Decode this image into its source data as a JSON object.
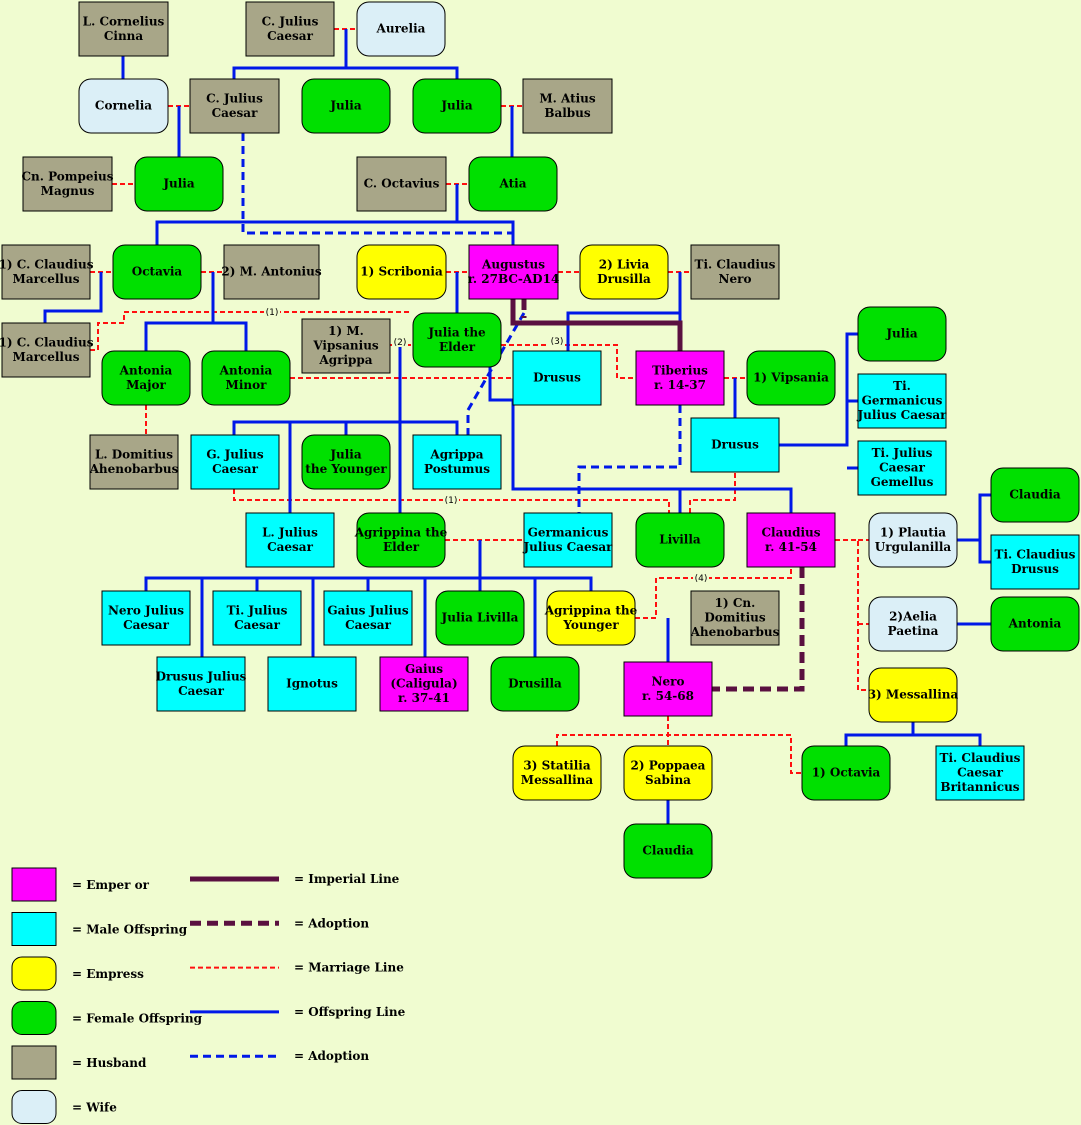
{
  "colors": {
    "background": "#f0fcd0",
    "emperor": "#ff00ff",
    "male_offspring": "#00ffff",
    "empress": "#ffff00",
    "female_offspring": "#00e000",
    "husband": "#a8a688",
    "wife": "#dbeff7",
    "imperial_line": "#5a1040",
    "offspring_line": "#0018e8",
    "marriage_line": "#ff1010"
  },
  "persons": {
    "cinna": {
      "lines": [
        "L. Cornelius",
        "Cinna"
      ],
      "role": "husband"
    },
    "cjcaesar_sr": {
      "lines": [
        "C. Julius",
        "Caesar"
      ],
      "role": "husband"
    },
    "aurelia": {
      "lines": [
        "Aurelia"
      ],
      "role": "wife"
    },
    "cornelia": {
      "lines": [
        "Cornelia"
      ],
      "role": "wife"
    },
    "cjcaesar": {
      "lines": [
        "C. Julius",
        "Caesar"
      ],
      "role": "husband"
    },
    "julia_a": {
      "lines": [
        "Julia"
      ],
      "role": "female_offspring"
    },
    "julia_b": {
      "lines": [
        "Julia"
      ],
      "role": "female_offspring"
    },
    "atius": {
      "lines": [
        "M. Atius",
        "Balbus"
      ],
      "role": "husband"
    },
    "pompeius": {
      "lines": [
        "Cn. Pompeius",
        "Magnus"
      ],
      "role": "husband"
    },
    "julia_c": {
      "lines": [
        "Julia"
      ],
      "role": "female_offspring"
    },
    "octavius": {
      "lines": [
        "C. Octavius"
      ],
      "role": "husband"
    },
    "atia": {
      "lines": [
        "Atia"
      ],
      "role": "female_offspring"
    },
    "marcellus1": {
      "lines": [
        "1) C. Claudius",
        "Marcellus"
      ],
      "role": "husband"
    },
    "octavia": {
      "lines": [
        "Octavia"
      ],
      "role": "female_offspring"
    },
    "antonius": {
      "lines": [
        "2) M. Antonius"
      ],
      "role": "husband"
    },
    "scribonia": {
      "lines": [
        "1) Scribonia"
      ],
      "role": "empress"
    },
    "augustus": {
      "lines": [
        "Augustus",
        "r. 27BC-AD14"
      ],
      "role": "emperor"
    },
    "livia": {
      "lines": [
        "2) Livia",
        "Drusilla"
      ],
      "role": "empress"
    },
    "tinero": {
      "lines": [
        "Ti. Claudius",
        "Nero"
      ],
      "role": "husband"
    },
    "marcellus2": {
      "lines": [
        "1) C. Claudius",
        "Marcellus"
      ],
      "role": "husband"
    },
    "agrippa": {
      "lines": [
        "1) M.",
        "Vipsanius",
        "Agrippa"
      ],
      "role": "husband"
    },
    "juliaelder": {
      "lines": [
        "Julia the",
        "Elder"
      ],
      "role": "female_offspring"
    },
    "juliaright": {
      "lines": [
        "Julia"
      ],
      "role": "female_offspring"
    },
    "antmaj": {
      "lines": [
        "Antonia",
        "Major"
      ],
      "role": "female_offspring"
    },
    "antmin": {
      "lines": [
        "Antonia",
        "Minor"
      ],
      "role": "female_offspring"
    },
    "drusus1": {
      "lines": [
        "Drusus"
      ],
      "role": "male_offspring"
    },
    "tiberius": {
      "lines": [
        "Tiberius",
        "r. 14-37"
      ],
      "role": "emperor"
    },
    "vipsania": {
      "lines": [
        "1) Vipsania"
      ],
      "role": "female_offspring"
    },
    "tigermjul": {
      "lines": [
        "Ti.",
        "Germanicus",
        "Julius Caesar"
      ],
      "role": "male_offspring"
    },
    "ahenobarbus1": {
      "lines": [
        "L. Domitius",
        "Ahenobarbus"
      ],
      "role": "husband"
    },
    "gjcaesar": {
      "lines": [
        "G. Julius",
        "Caesar"
      ],
      "role": "male_offspring"
    },
    "juliayounger": {
      "lines": [
        "Julia",
        "the Younger"
      ],
      "role": "female_offspring"
    },
    "postumus": {
      "lines": [
        "Agrippa",
        "Postumus"
      ],
      "role": "male_offspring"
    },
    "drusus2": {
      "lines": [
        "Drusus"
      ],
      "role": "male_offspring"
    },
    "gemellus": {
      "lines": [
        "Ti. Julius",
        "Caesar",
        "Gemellus"
      ],
      "role": "male_offspring"
    },
    "claudia1": {
      "lines": [
        "Claudia"
      ],
      "role": "female_offspring"
    },
    "ljcaesar": {
      "lines": [
        "L. Julius",
        "Caesar"
      ],
      "role": "male_offspring"
    },
    "agrelder": {
      "lines": [
        "Agrippina the",
        "Elder"
      ],
      "role": "female_offspring"
    },
    "germanicus": {
      "lines": [
        "Germanicus",
        "Julius Caesar"
      ],
      "role": "male_offspring"
    },
    "livilla": {
      "lines": [
        "Livilla"
      ],
      "role": "female_offspring"
    },
    "claudius": {
      "lines": [
        "Claudius",
        "r. 41-54"
      ],
      "role": "emperor"
    },
    "plautia": {
      "lines": [
        "1) Plautia",
        "Urgulanilla"
      ],
      "role": "wife"
    },
    "ticldrusus": {
      "lines": [
        "Ti. Claudius",
        "Drusus"
      ],
      "role": "male_offspring"
    },
    "neroj": {
      "lines": [
        "Nero Julius",
        "Caesar"
      ],
      "role": "male_offspring"
    },
    "tijulius": {
      "lines": [
        "Ti. Julius",
        "Caesar"
      ],
      "role": "male_offspring"
    },
    "gaiusj": {
      "lines": [
        "Gaius Julius",
        "Caesar"
      ],
      "role": "male_offspring"
    },
    "julialivilla": {
      "lines": [
        "Julia Livilla"
      ],
      "role": "female_offspring"
    },
    "agryounger": {
      "lines": [
        "Agrippina the",
        "Younger"
      ],
      "role": "empress"
    },
    "ahenobarbus2": {
      "lines": [
        "1) Cn.",
        "Domitius",
        "Ahenobarbus"
      ],
      "role": "husband"
    },
    "aelia": {
      "lines": [
        "2)Aelia",
        "Paetina"
      ],
      "role": "wife"
    },
    "antonia": {
      "lines": [
        "Antonia"
      ],
      "role": "female_offspring"
    },
    "drususj": {
      "lines": [
        "Drusus Julius",
        "Caesar"
      ],
      "role": "male_offspring"
    },
    "ignotus": {
      "lines": [
        "Ignotus"
      ],
      "role": "male_offspring"
    },
    "caligula": {
      "lines": [
        "Gaius",
        "(Caligula)",
        "r. 37-41"
      ],
      "role": "emperor"
    },
    "drusilla": {
      "lines": [
        "Drusilla"
      ],
      "role": "female_offspring"
    },
    "nero": {
      "lines": [
        "Nero",
        "r. 54-68"
      ],
      "role": "emperor"
    },
    "messallina": {
      "lines": [
        "3) Messallina"
      ],
      "role": "empress"
    },
    "statilia": {
      "lines": [
        "3) Statilia",
        "Messallina"
      ],
      "role": "empress"
    },
    "poppaea": {
      "lines": [
        "2) Poppaea",
        "Sabina"
      ],
      "role": "empress"
    },
    "octavia2": {
      "lines": [
        "1) Octavia"
      ],
      "role": "female_offspring"
    },
    "britannicus": {
      "lines": [
        "Ti. Claudius",
        "Caesar",
        "Britannicus"
      ],
      "role": "male_offspring"
    },
    "claudia2": {
      "lines": [
        "Claudia"
      ],
      "role": "female_offspring"
    }
  },
  "marriage_order_labels": [
    "(1)",
    "(2)",
    "(3)",
    "(1)",
    "(4)"
  ],
  "legend_nodes": [
    {
      "role": "emperor",
      "label": "= Emper or"
    },
    {
      "role": "male_offspring",
      "label": "= Male Offspring"
    },
    {
      "role": "empress",
      "label": "= Empress"
    },
    {
      "role": "female_offspring",
      "label": "= Female Offspring"
    },
    {
      "role": "husband",
      "label": "= Husband"
    },
    {
      "role": "wife",
      "label": "= Wife"
    }
  ],
  "legend_lines": [
    {
      "style": "imperial",
      "label": "= Imperial Line"
    },
    {
      "style": "imperial_adoption",
      "label": "= Adoption"
    },
    {
      "style": "marriage",
      "label": "= Marriage Line"
    },
    {
      "style": "offspring",
      "label": "= Offspring Line"
    },
    {
      "style": "adoption",
      "label": "= Adoption"
    }
  ]
}
